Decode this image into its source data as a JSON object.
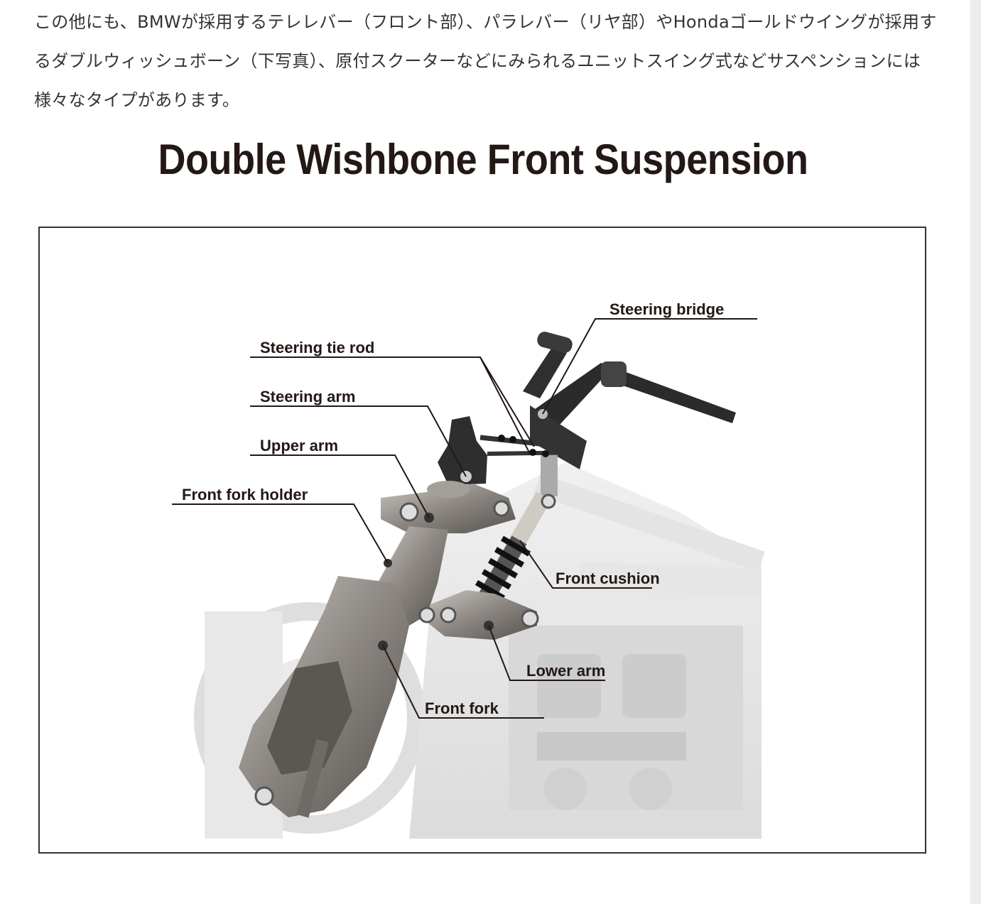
{
  "article": {
    "paragraph": "この他にも、BMWが採用するテレレバー（フロント部）、パラレバー（リヤ部）やHondaゴールドウイングが採用するダブルウィッシュボーン（下写真）、原付スクーターなどにみられるユニットスイング式などサスペンションには様々なタイプがあります。"
  },
  "figure": {
    "title": "Double Wishbone Front Suspension",
    "labels": {
      "steering_bridge": "Steering bridge",
      "steering_tie_rod": "Steering tie rod",
      "steering_arm": "Steering arm",
      "upper_arm": "Upper arm",
      "front_fork_holder": "Front fork holder",
      "front_cushion": "Front cushion",
      "lower_arm": "Lower arm",
      "front_fork": "Front fork"
    }
  },
  "colors": {
    "text": "#333333",
    "title": "#231815",
    "metal": "#8a8580",
    "dark_part": "#2b2b2b",
    "ghost": "#dcdcdc"
  }
}
